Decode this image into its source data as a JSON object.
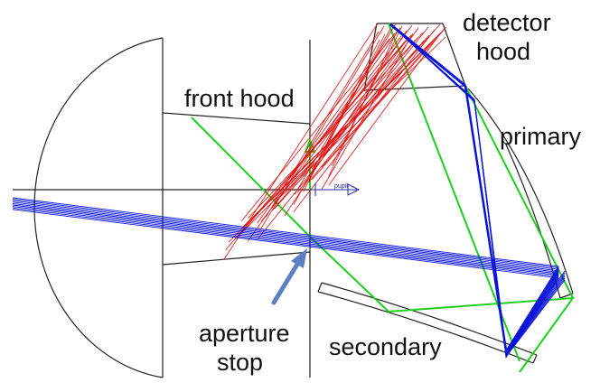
{
  "labels": {
    "detector_hood_line1": "detector",
    "detector_hood_line2": "hood",
    "front_hood": "front hood",
    "primary": "primary",
    "aperture_stop_line1": "aperture",
    "aperture_stop_line2": "stop",
    "secondary": "secondary",
    "pupil_tag": "pupil"
  },
  "colors": {
    "outline": "#222222",
    "ray_blue": "#0a14d8",
    "ray_red": "#e01010",
    "ray_green": "#1ecf1e",
    "arrow": "#5b7fbf",
    "text": "#111111"
  }
}
